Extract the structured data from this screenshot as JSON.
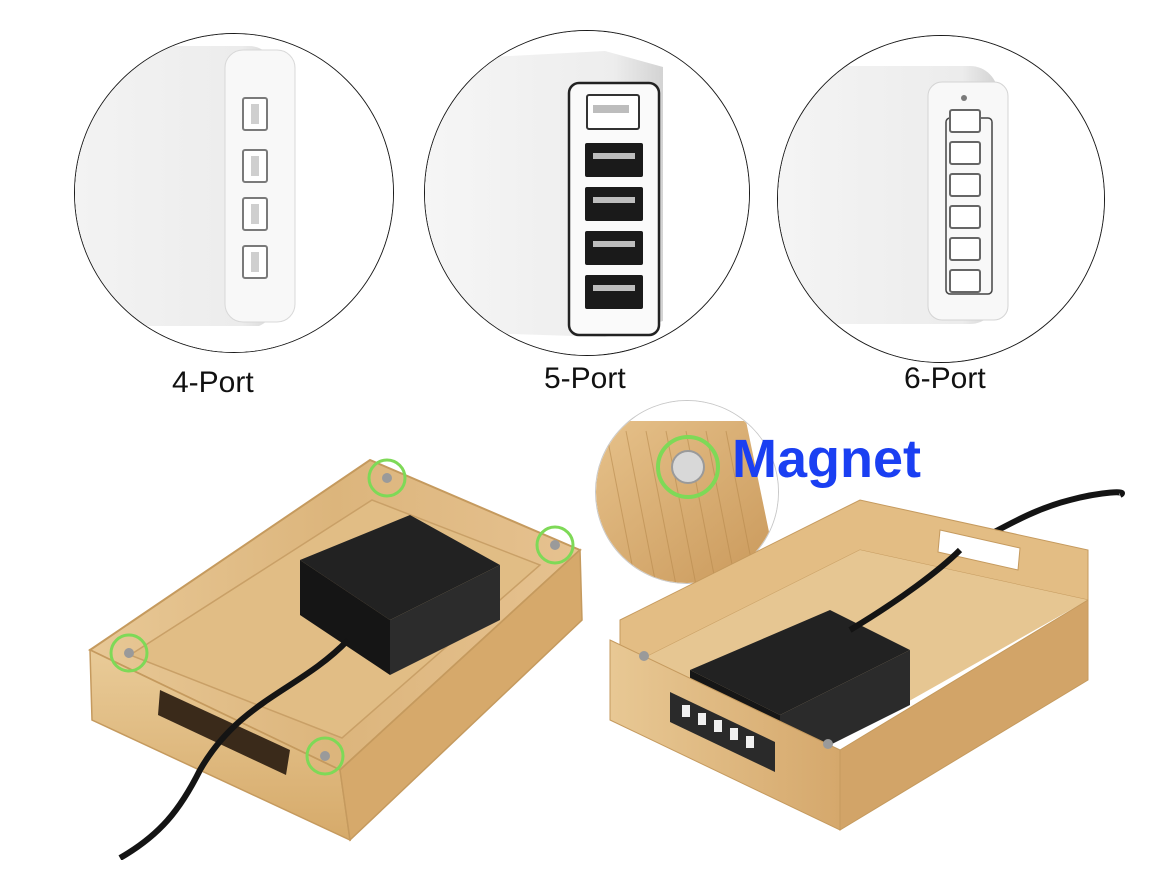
{
  "captions": {
    "four_port": "4-Port",
    "five_port": "5-Port",
    "six_port": "6-Port"
  },
  "magnet_label": "Magnet",
  "colors": {
    "bamboo": "#e3c08a",
    "bamboo_dark": "#c89a5c",
    "charger_white": "#f2f2f2",
    "charger_black": "#1c1c1c",
    "highlight_green": "#7ed957",
    "magnet_text": "#1a3ff2"
  }
}
